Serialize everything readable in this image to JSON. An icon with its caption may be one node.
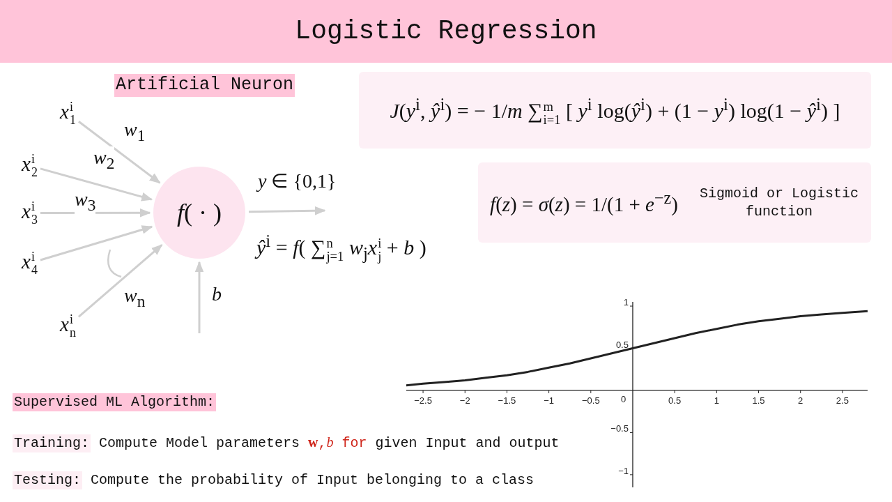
{
  "diagram": {
    "title": "Logistic Regression",
    "nodes": [
      {
        "text": [
          "*x*$^{i}$$_{1}$"
        ]
      },
      {
        "text": [
          "*x*$^{i}$$_{2}$"
        ]
      },
      {
        "text": [
          "*x*$^{i}$$_{3}$"
        ]
      },
      {
        "text": [
          "*x*$^{i}$$_{4}$"
        ]
      },
      {
        "text": [
          "*x*$^{i}$$_{n}$"
        ]
      },
      {
        "text": [
          "*f*( · )"
        ]
      },
      {
        "text": [
          "*J*(*y*$^{i}$, *ŷ*$^{i}$) = − 1/*m* ∑$^{m}$$_{i=1}$ [ *y*$^{i}$ log(*ŷ*$^{i}$) + (1 − *y*$^{i}$) log(1 − *ŷ*$^{i}$) ]"
        ]
      },
      {
        "text": [
          "*f*(*z*) = *σ*(*z*) = 1/(1 + *e*$^{−z}$)",
          "Sigmoid or Logistic function"
        ]
      }
    ],
    "edges": [
      {
        "from": 0,
        "to": 5,
        "arrow": "to",
        "label": "*w*$_{1}$"
      },
      {
        "from": 1,
        "to": 5,
        "arrow": "to",
        "label": "*w*$_{2}$"
      },
      {
        "from": 2,
        "to": 5,
        "arrow": "to",
        "label": "*w*$_{3}$"
      },
      {
        "from": 3,
        "to": 5,
        "arrow": "to"
      },
      {
        "from": 4,
        "to": 5,
        "arrow": "to",
        "label": "*w*$_{n}$"
      },
      {
        "from": null,
        "to": 5,
        "arrow": "to",
        "label": "b"
      },
      {
        "from": 5,
        "to": null,
        "arrow": "to",
        "label": "*y* ∈ {0,1}"
      }
    ],
    "labels": [
      "Artificial Neuron",
      "*ŷ*$^{i}$ = *f*( ∑$^{n}$$_{j=1}$ *w*$_{j}$*x*$^{i}$$_{j}$ + *b* )",
      "0",
      "Supervised ML Algorithm:",
      "Training:",
      "Compute Model parameters",
      "**w**,*b* for",
      "given Input and output",
      "Testing:",
      "Compute the probability of Input belonging to a class"
    ],
    "chart_data": {
      "type": "line",
      "x": [
        -2.7,
        -2.5,
        -2.25,
        -2,
        -1.75,
        -1.5,
        -1.25,
        -1,
        -0.75,
        -0.5,
        -0.25,
        0,
        0.25,
        0.5,
        0.75,
        1,
        1.25,
        1.5,
        1.75,
        2,
        2.25,
        2.5,
        2.8
      ],
      "series": [
        {
          "color": "#222222",
          "values": [
            0.06,
            0.08,
            0.1,
            0.12,
            0.15,
            0.18,
            0.22,
            0.27,
            0.32,
            0.38,
            0.44,
            0.5,
            0.56,
            0.62,
            0.68,
            0.73,
            0.78,
            0.82,
            0.85,
            0.88,
            0.9,
            0.92,
            0.94
          ]
        }
      ],
      "xlim": [
        -2.7,
        2.8
      ],
      "ylim": [
        -1.15,
        1.05
      ],
      "xticks": [
        {
          "value": -2.5,
          "label": "−2.5"
        },
        {
          "value": -2,
          "label": "−2"
        },
        {
          "value": -1.5,
          "label": "−1.5"
        },
        {
          "value": -1,
          "label": "−1"
        },
        {
          "value": -0.5,
          "label": "−0.5"
        },
        0.5,
        1,
        1.5,
        2,
        2.5
      ],
      "yticks": [
        {
          "value": -1,
          "label": "−1"
        },
        {
          "value": -0.5,
          "label": "−0.5"
        },
        0.5,
        1
      ]
    }
  }
}
